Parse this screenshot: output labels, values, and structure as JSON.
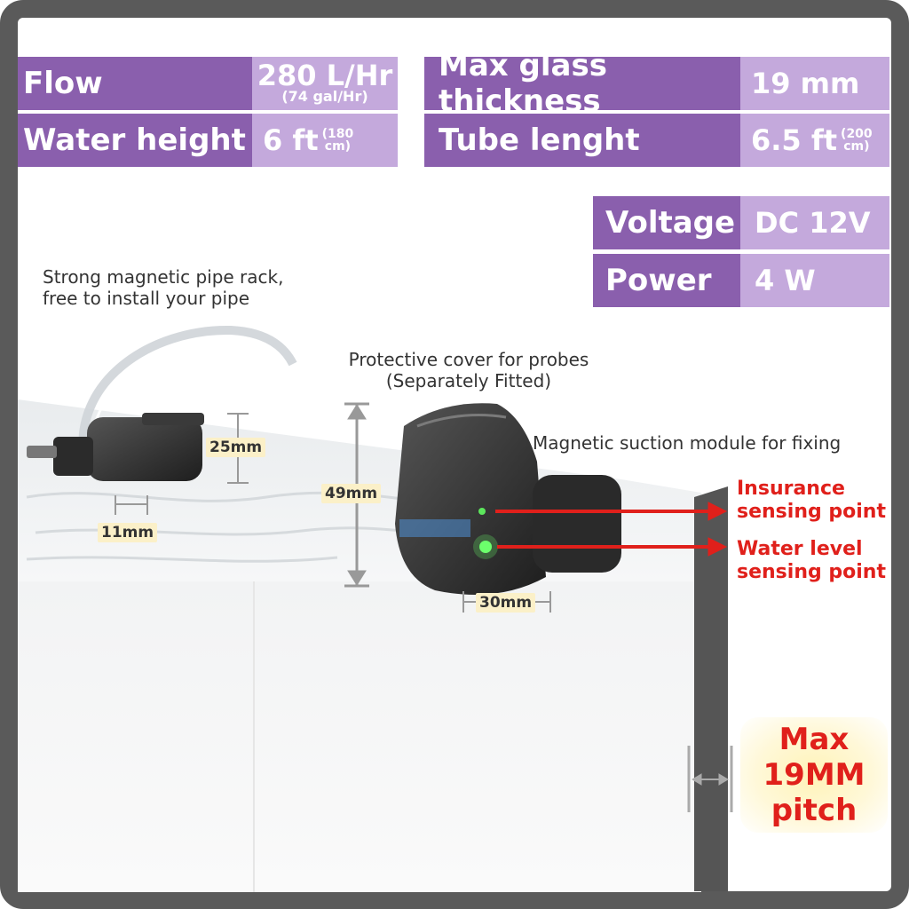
{
  "specs_left": [
    {
      "label": "Flow",
      "value_main": "280 L/Hr",
      "value_sub": "(74 gal/Hr)"
    },
    {
      "label": "Water height",
      "value_main": "6 ft",
      "value_sup_top": "(180",
      "value_sup_bottom": "cm)"
    }
  ],
  "specs_right": [
    {
      "label": "Max glass thickness",
      "value_main": "19 mm"
    },
    {
      "label": "Tube lenght",
      "value_main": "6.5 ft",
      "value_sup_top": "(200",
      "value_sup_bottom": "cm)"
    }
  ],
  "specs_power": [
    {
      "label": "Voltage",
      "value_main": "DC 12V"
    },
    {
      "label": "Power",
      "value_main": "4 W"
    }
  ],
  "notes": {
    "pipe_rack_line1": "Strong magnetic pipe rack,",
    "pipe_rack_line2": "free to install your pipe",
    "cover_line1": "Protective cover for probes",
    "cover_line2": "(Separately Fitted)",
    "magnetic": "Magnetic suction module for fixing",
    "insurance_line1": "Insurance",
    "insurance_line2": "sensing point",
    "water_line1": "Water level",
    "water_line2": "sensing point"
  },
  "dimensions": {
    "d25": "25mm",
    "d11": "11mm",
    "d49": "49mm",
    "d30": "30mm"
  },
  "max_box": {
    "line1": "Max",
    "line2": "19MM",
    "line3": "pitch"
  },
  "colors": {
    "label_bg": "#8a5fad",
    "value_bg": "#c4a9dc",
    "accent_red": "#e0201b",
    "frame": "#5a5a5a"
  }
}
